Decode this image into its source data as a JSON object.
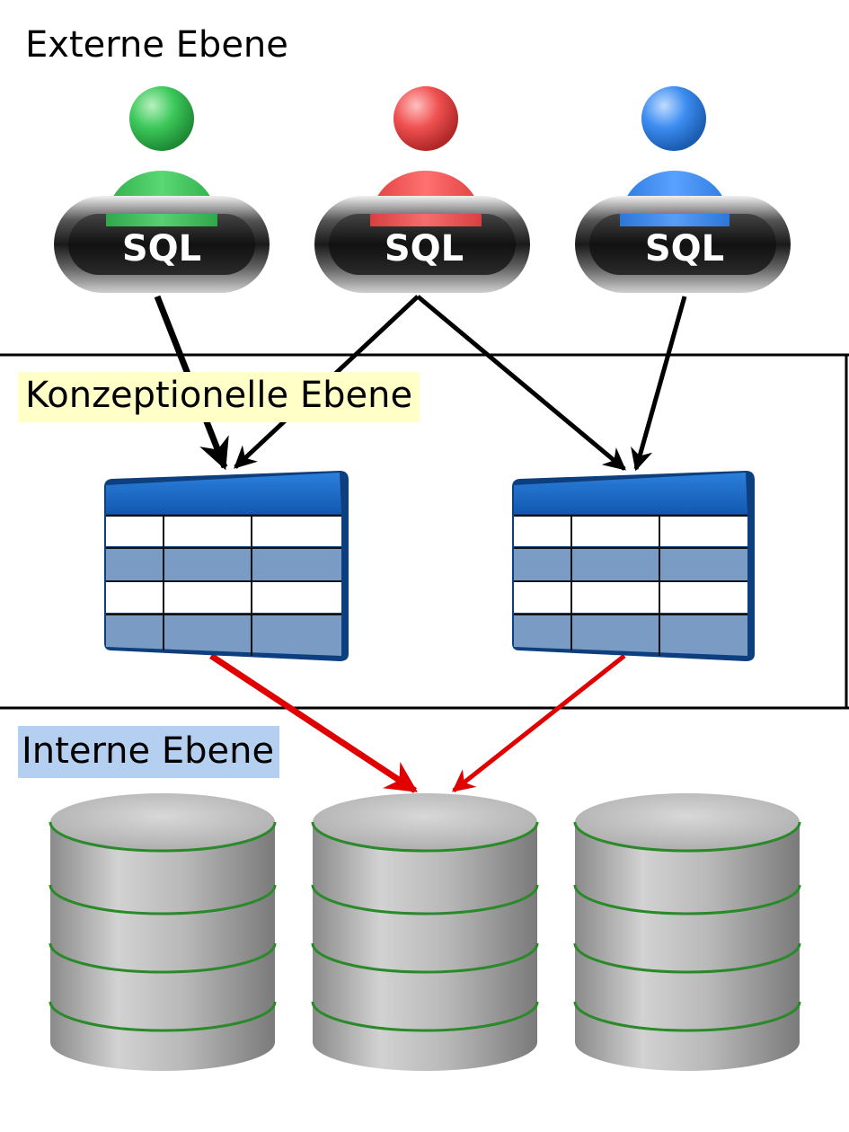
{
  "levels": {
    "external": "Externe Ebene",
    "conceptual": "Konzeptionelle Ebene",
    "internal": "Interne Ebene"
  },
  "users": [
    {
      "color": "#3cc85a",
      "sql_label": "SQL"
    },
    {
      "color": "#f05050",
      "sql_label": "SQL"
    },
    {
      "color": "#3c8cf0",
      "sql_label": "SQL"
    }
  ],
  "colors": {
    "conceptual_highlight": "#ffffc8",
    "internal_highlight": "#b4cff0",
    "table_header": "#1e6ec8",
    "table_row_alt": "#7a9cc4",
    "internal_arrow": "#e00000",
    "disk_ring": "#2a8a2a"
  }
}
